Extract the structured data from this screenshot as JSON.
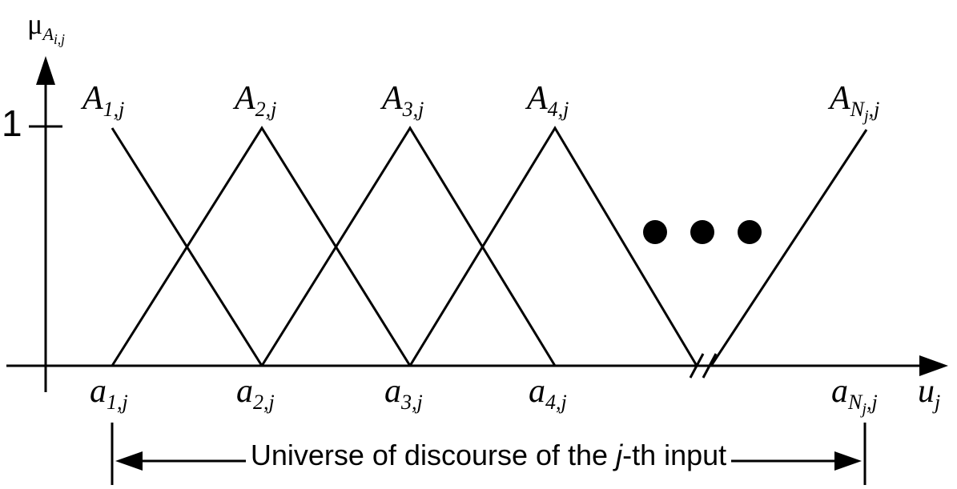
{
  "figure": {
    "colors": {
      "ink": "#000000",
      "background": "#ffffff"
    },
    "y_axis": {
      "mu": "μ",
      "sub_base": "A",
      "sub_sub": "i,j",
      "tick_one": "1"
    },
    "x_axis": {
      "label_base": "u",
      "label_sub": "j"
    },
    "membership_labels": [
      {
        "base": "A",
        "sub": "1,j"
      },
      {
        "base": "A",
        "sub": "2,j"
      },
      {
        "base": "A",
        "sub": "3,j"
      },
      {
        "base": "A",
        "sub": "4,j"
      },
      {
        "base": "A",
        "sub_main": "N",
        "sub_sub": "j",
        "sub_tail": ",j"
      }
    ],
    "x_ticks": [
      {
        "base": "a",
        "sub": "1,j"
      },
      {
        "base": "a",
        "sub": "2,j"
      },
      {
        "base": "a",
        "sub": "3,j"
      },
      {
        "base": "a",
        "sub": "4,j"
      },
      {
        "base": "a",
        "sub_main": "N",
        "sub_sub": "j",
        "sub_tail": ",j"
      }
    ],
    "caption": {
      "pre": "Universe of discourse of the ",
      "italic": "j",
      "post": "-th input"
    }
  }
}
